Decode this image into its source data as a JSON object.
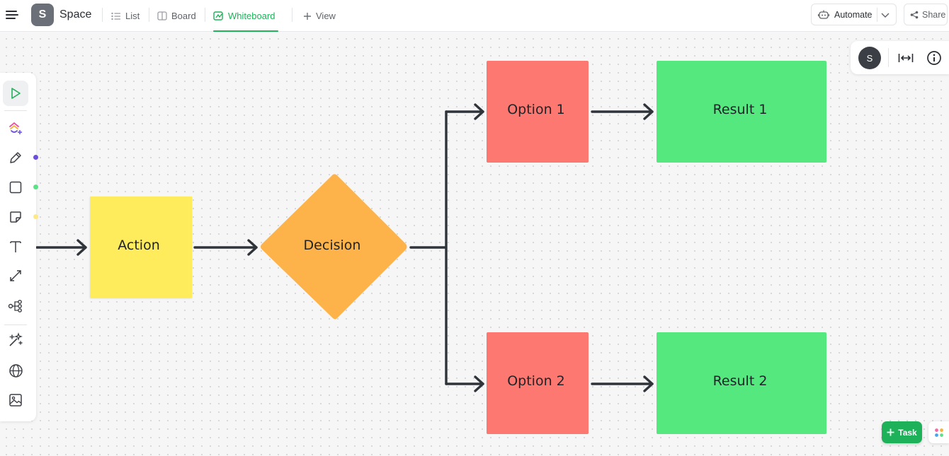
{
  "header": {
    "space_initial": "S",
    "space_name": "Space",
    "tabs": [
      {
        "label": "List",
        "icon": "list-icon"
      },
      {
        "label": "Board",
        "icon": "board-icon"
      },
      {
        "label": "Whiteboard",
        "icon": "whiteboard-icon",
        "active": true
      },
      {
        "label": "View",
        "icon": "plus-icon"
      }
    ],
    "automate_label": "Automate",
    "share_label": "Share"
  },
  "toolbar": {
    "tools": [
      "select-tool",
      "clickup-ai-tool",
      "pen-tool",
      "shape-tool",
      "sticky-note-tool",
      "text-tool",
      "connector-tool",
      "mind-map-tool",
      "ai-generate-tool",
      "embed-tool",
      "image-tool"
    ],
    "color_dots": [
      "#6b4fd8",
      "#5ee089",
      "#fde98a"
    ]
  },
  "right_panel": {
    "user_initial": "S"
  },
  "flowchart": {
    "nodes": [
      {
        "id": "action",
        "label": "Action",
        "shape": "sticky",
        "color": "#feec5b"
      },
      {
        "id": "decision",
        "label": "Decision",
        "shape": "diamond",
        "color": "#fdb34a"
      },
      {
        "id": "option1",
        "label": "Option 1",
        "shape": "rect",
        "color": "#fd7870"
      },
      {
        "id": "option2",
        "label": "Option 2",
        "shape": "rect",
        "color": "#fd7870"
      },
      {
        "id": "result1",
        "label": "Result 1",
        "shape": "rect",
        "color": "#55e87f"
      },
      {
        "id": "result2",
        "label": "Result 2",
        "shape": "rect",
        "color": "#55e87f"
      }
    ],
    "edges": [
      {
        "from": "start",
        "to": "action"
      },
      {
        "from": "action",
        "to": "decision"
      },
      {
        "from": "decision",
        "to": "option1"
      },
      {
        "from": "decision",
        "to": "option2"
      },
      {
        "from": "option1",
        "to": "result1"
      },
      {
        "from": "option2",
        "to": "result2"
      }
    ]
  },
  "task_button_label": "Task",
  "colors": {
    "accent": "#1fb25a",
    "connector": "#2f343b"
  }
}
